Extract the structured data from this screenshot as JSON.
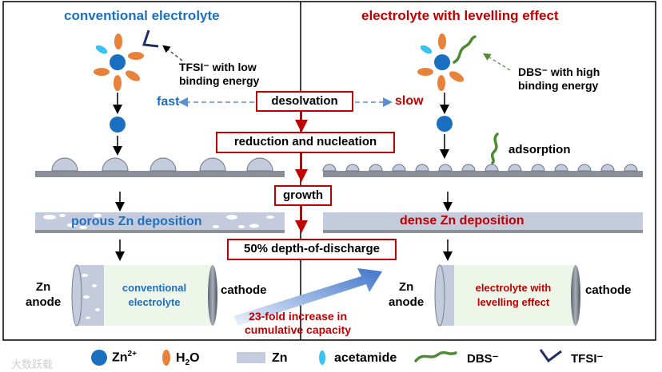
{
  "left_panel": {
    "title": "conventional electrolyte",
    "tfsi_note_line1": "TFSI⁻ with low",
    "tfsi_note_line2": "binding energy",
    "fast_label": "fast",
    "deposition_label": "porous Zn deposition",
    "cell_electrolyte_line1": "conventional",
    "cell_electrolyte_line2": "electrolyte",
    "anode_line1": "Zn",
    "anode_line2": "anode",
    "cathode_label": "cathode"
  },
  "right_panel": {
    "title": "electrolyte with levelling effect",
    "dbs_note_line1": "DBS⁻ with high",
    "dbs_note_line2": "binding energy",
    "slow_label": "slow",
    "adsorption_label": "adsorption",
    "deposition_label": "dense Zn deposition",
    "cell_electrolyte_line1": "electrolyte with",
    "cell_electrolyte_line2": "levelling effect",
    "anode_line1": "Zn",
    "anode_line2": "anode",
    "cathode_label": "cathode"
  },
  "steps": {
    "desolvation": "desolvation",
    "reduction": "reduction and nucleation",
    "growth": "growth",
    "dod": "50% depth-of-discharge"
  },
  "result_line1": "23-fold increase in",
  "result_line2": "cumulative capacity",
  "legend": {
    "zn_ion": "Zn",
    "zn_ion_charge": "2+",
    "water": "H",
    "water_sub": "2",
    "water_tail": "O",
    "zn": "Zn",
    "acetamide": "acetamide",
    "dbs": "DBS⁻",
    "tfsi": "TFSI⁻"
  },
  "watermark": "大数跃载",
  "colors": {
    "zn_ion": "#1a6fc0",
    "water": "#e8823a",
    "acetamide": "#39c3f0",
    "dbs": "#4e8b35",
    "tfsi": "#1f2f66",
    "zn_metal": "#c3cbdc",
    "accent_red": "#c00000",
    "accent_blue": "#1f6fbf"
  }
}
